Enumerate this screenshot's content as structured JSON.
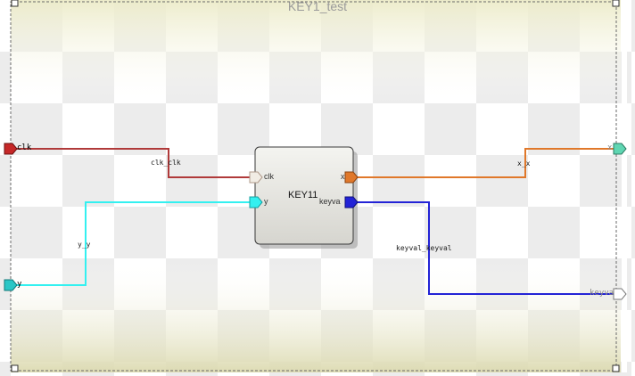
{
  "diagram": {
    "title": "KEY1_test",
    "block": {
      "name": "KEY11",
      "pins": {
        "clk": "clk",
        "y": "y",
        "x": "x",
        "keyval": "keyva"
      }
    },
    "ports": {
      "clk": "clk",
      "y": "y",
      "x": "x",
      "keyval": "keyva"
    },
    "nets": {
      "clk": "clk_clk",
      "y": "y_y",
      "x": "x_x",
      "keyval": "keyval_keyval"
    },
    "colors": {
      "clk": "#b03a3a",
      "y": "#33f0f0",
      "x": "#e0782a",
      "keyval": "#2323d6",
      "frame": "#707070"
    }
  }
}
